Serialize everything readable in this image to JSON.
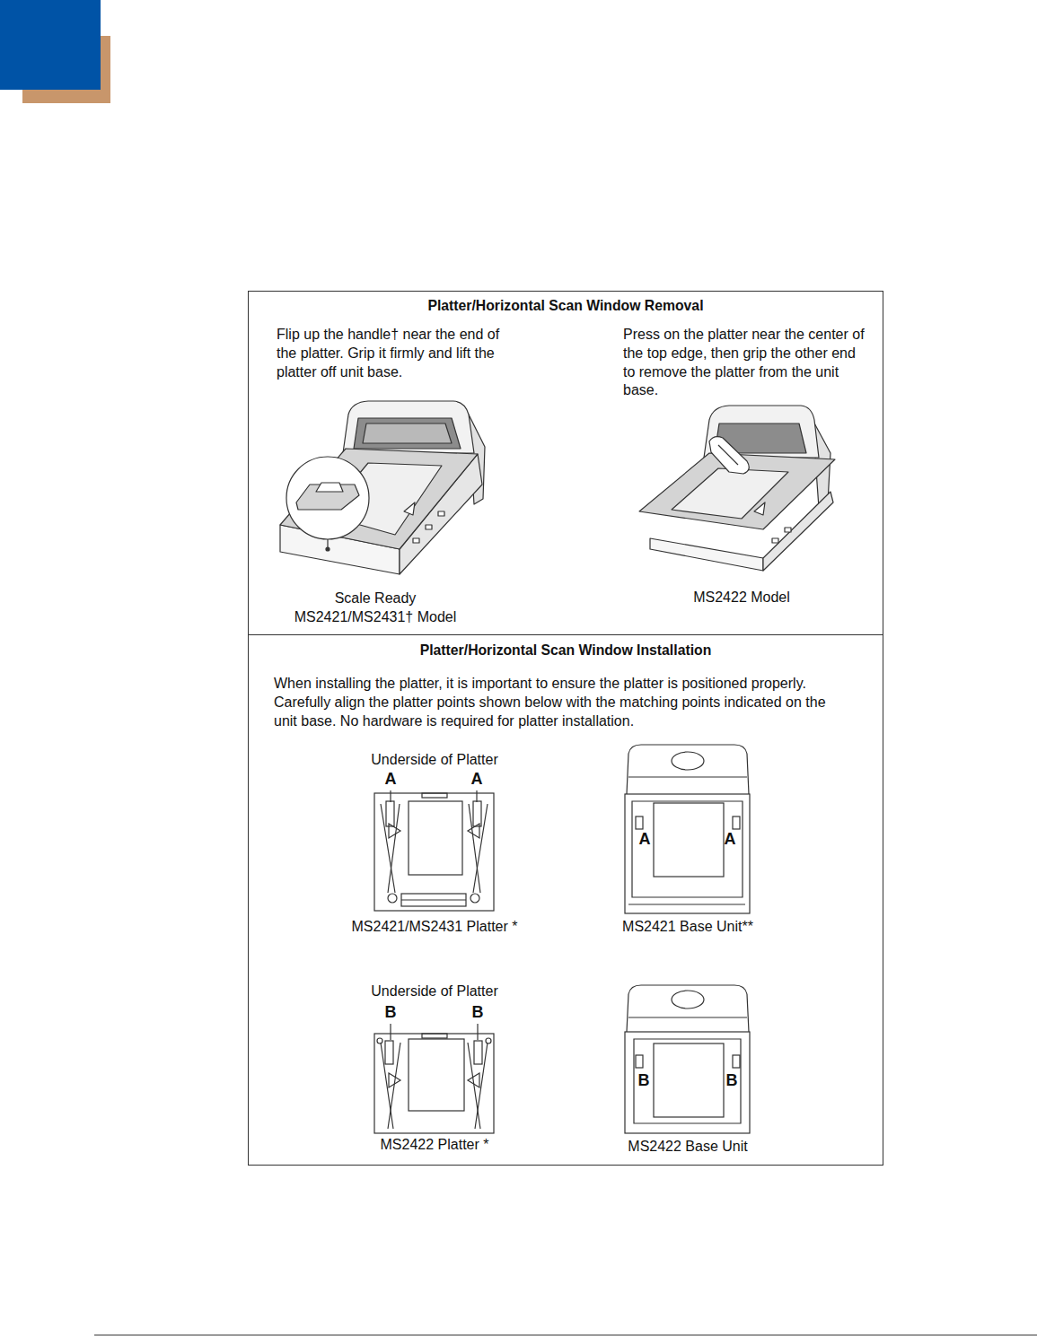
{
  "diagram": {
    "nodes": [
      {
        "text": [
          "Platter/Horizontal Scan Window Removal",
          "Flip up the handle† near the end of the platter. Grip it firmly and lift the platter off unit base.",
          "Press on the platter near the center of the top edge, then grip the other end to remove the platter from the unit base."
        ]
      },
      {
        "text": [
          "Platter/Horizontal Scan Window Installation",
          "When installing the platter, it is important to ensure the platter is positioned properly. Carefully align the platter points shown below with the matching points indicated on the unit base. No hardware is required for platter installation."
        ]
      }
    ],
    "labels": [
      "Scale Ready MS2421/MS2431† Model",
      "MS2422 Model",
      "Underside of Platter",
      "A",
      "A",
      "MS2421/MS2431 Platter *",
      "A",
      "A",
      "MS2421 Base Unit**",
      "Underside of Platter",
      "B",
      "B",
      "MS2422 Platter *",
      "B",
      "B",
      "MS2422 Base Unit"
    ]
  }
}
